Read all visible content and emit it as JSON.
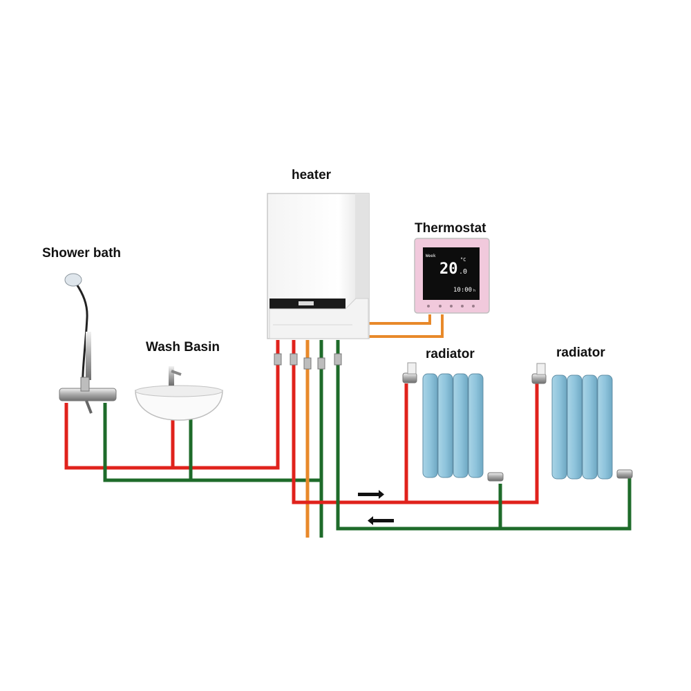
{
  "labels": {
    "heater": "heater",
    "thermostat": "Thermostat",
    "shower": "Shower bath",
    "basin": "Wash Basin",
    "radiator_1": "radiator",
    "radiator_2": "radiator"
  },
  "thermostat_display": {
    "mode": "Week",
    "temperature": "20",
    "decimal": ".0",
    "unit": "°C",
    "time": "10:00",
    "time_suffix": "h"
  },
  "colors": {
    "hot_pipe": "#e0221c",
    "cold_pipe": "#1e6b2a",
    "gas_pipe": "#e8892a",
    "radiator": "#8fc4dc",
    "thermostat_frame": "#f1c9dc"
  },
  "icons": {
    "arrow_supply": "arrow-right-icon",
    "arrow_return": "arrow-left-icon"
  }
}
